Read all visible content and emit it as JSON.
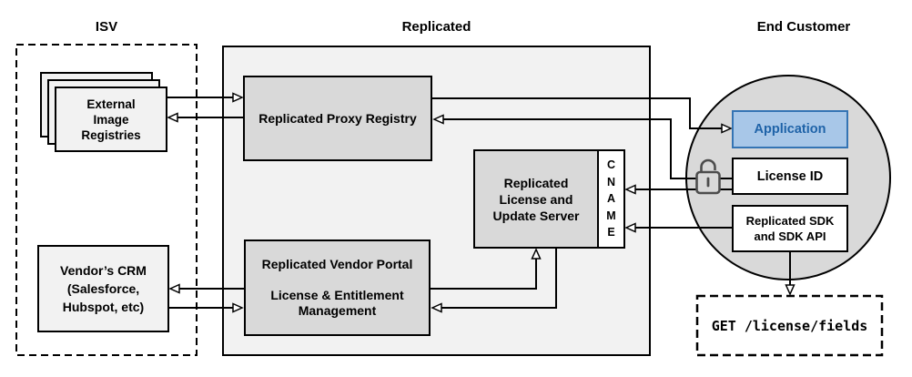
{
  "sections": {
    "isv": {
      "title": "ISV"
    },
    "replicated": {
      "title": "Replicated"
    },
    "end_customer": {
      "title": "End Customer"
    }
  },
  "nodes": {
    "external_registries": {
      "lines": [
        "External",
        "Image",
        "Registries"
      ]
    },
    "vendor_crm": {
      "lines": [
        "Vendor’s CRM",
        "(Salesforce,",
        "Hubspot, etc)"
      ]
    },
    "proxy_registry": {
      "label": "Replicated Proxy Registry"
    },
    "license_update_server": {
      "lines": [
        "Replicated",
        "License and",
        "Update Server"
      ],
      "cname_letters": [
        "C",
        "N",
        "A",
        "M",
        "E"
      ]
    },
    "vendor_portal": {
      "line1": "Replicated Vendor Portal",
      "line2": "License & Entitlement",
      "line3": "Management"
    },
    "application": {
      "label": "Application"
    },
    "license_id": {
      "label": "License ID"
    },
    "replicated_sdk": {
      "lines": [
        "Replicated SDK",
        "and SDK API"
      ]
    },
    "get_endpoint": {
      "label": "GET /license/fields"
    }
  },
  "icons": {
    "lock": "unlocked-padlock-icon"
  },
  "colors": {
    "line": "#000000",
    "container_fill": "#f2f2f2",
    "node_gray_fill": "#d9d9d9",
    "light_node_fill": "#f2f2f2",
    "circle_fill": "#d9d9d9",
    "white_node_fill": "#ffffff",
    "application_fill": "#a8c7e8",
    "application_border": "#3474b4",
    "application_text": "#1f63a8",
    "lock_stroke": "#4d4d4d"
  }
}
